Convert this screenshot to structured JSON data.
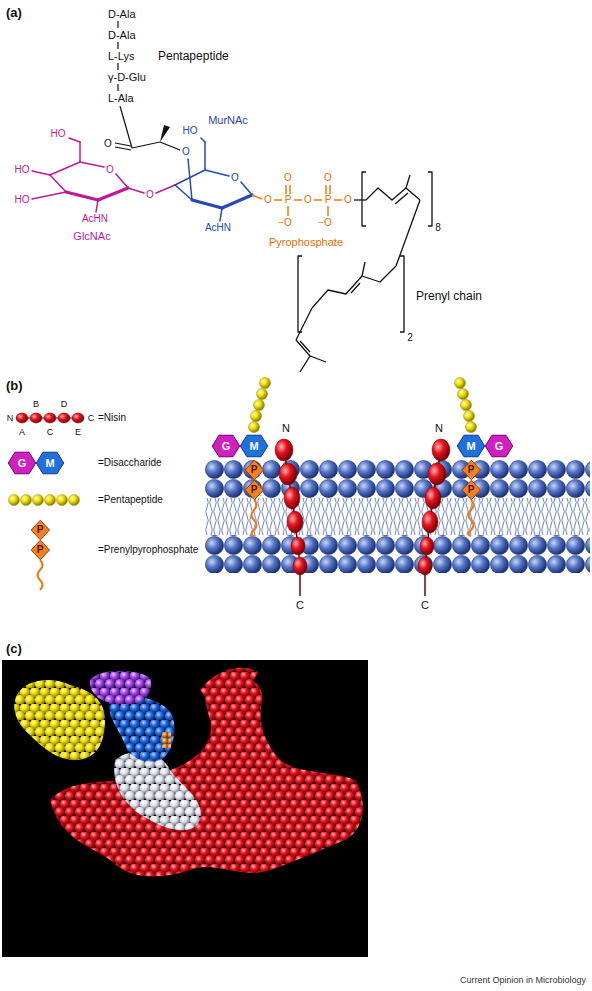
{
  "diagram": {
    "nodes": [
      {
        "text": [
          "G"
        ]
      },
      {
        "text": [
          "M"
        ]
      },
      {
        "text": [
          "P"
        ]
      },
      {
        "text": [
          "P"
        ]
      },
      {
        "text": [
          "G"
        ]
      },
      {
        "text": [
          "M"
        ]
      },
      {
        "text": [
          "P"
        ]
      },
      {
        "text": [
          "P"
        ]
      },
      {
        "text": [
          "M"
        ]
      },
      {
        "text": [
          "G"
        ]
      },
      {
        "text": [
          "P"
        ]
      },
      {
        "text": [
          "P"
        ]
      }
    ],
    "labels": [
      "(a)",
      "D-Ala",
      "D-Ala",
      "L-Lys",
      "γ-D-Glu",
      "L-Ala",
      "Pentapeptide",
      "HO",
      "O",
      "HO",
      "HO",
      "AcHN",
      "GlcNAc",
      "O",
      "O",
      "O",
      "HO",
      "MurNAc",
      "O",
      "AcHN",
      "O",
      "P",
      "O",
      "P",
      "O",
      "O",
      "O",
      "−O",
      "−O",
      "Pyrophosphate",
      "8",
      "2",
      "Prenyl chain",
      "(b)",
      "N",
      "A",
      "B",
      "C",
      "D",
      "E",
      "C",
      "N",
      "C",
      "N",
      "C",
      "(c)",
      "Current Opinion in Microbiology"
    ],
    "legend": [
      {
        "text": "=Nisin"
      },
      {
        "text": "=Disaccharide"
      },
      {
        "text": "=Pentapeptide"
      },
      {
        "text": "=Prenylpyrophosphate"
      }
    ]
  }
}
